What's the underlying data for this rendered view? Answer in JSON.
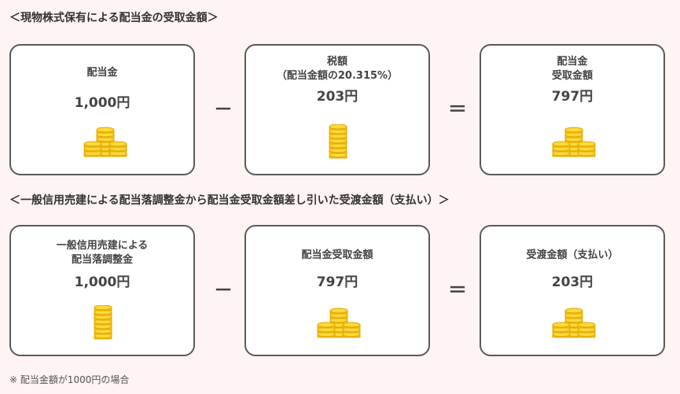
{
  "section1": {
    "heading": "＜現物株式保有による配当金の受取金額＞",
    "box1": {
      "label": "配当金",
      "amount": "1,000円"
    },
    "op1": "－",
    "box2": {
      "label": "税額\n（配当金額の20.315%）",
      "amount": "203円"
    },
    "op2": "＝",
    "box3": {
      "label": "配当金\n受取金額",
      "amount": "797円"
    }
  },
  "section2": {
    "heading": "＜一般信用売建による配当落調整金から配当金受取金額差し引いた受渡金額（支払い）＞",
    "box1": {
      "label": "一般信用売建による\n配当落調整金",
      "amount": "1,000円"
    },
    "op1": "－",
    "box2": {
      "label": "配当金受取金額",
      "amount": "797円"
    },
    "op2": "＝",
    "box3": {
      "label": "受渡金額（支払い）",
      "amount": "203円"
    }
  },
  "note": "※ 配当金額が1000円の場合",
  "colors": {
    "coin": "#f5c518",
    "coin_edge": "#e0a800",
    "border": "#5a5a5a",
    "background": "#fdf4f3"
  },
  "icons": {
    "coin_pyramid": "coin-pyramid-icon",
    "coin_stack": "coin-stack-icon"
  }
}
